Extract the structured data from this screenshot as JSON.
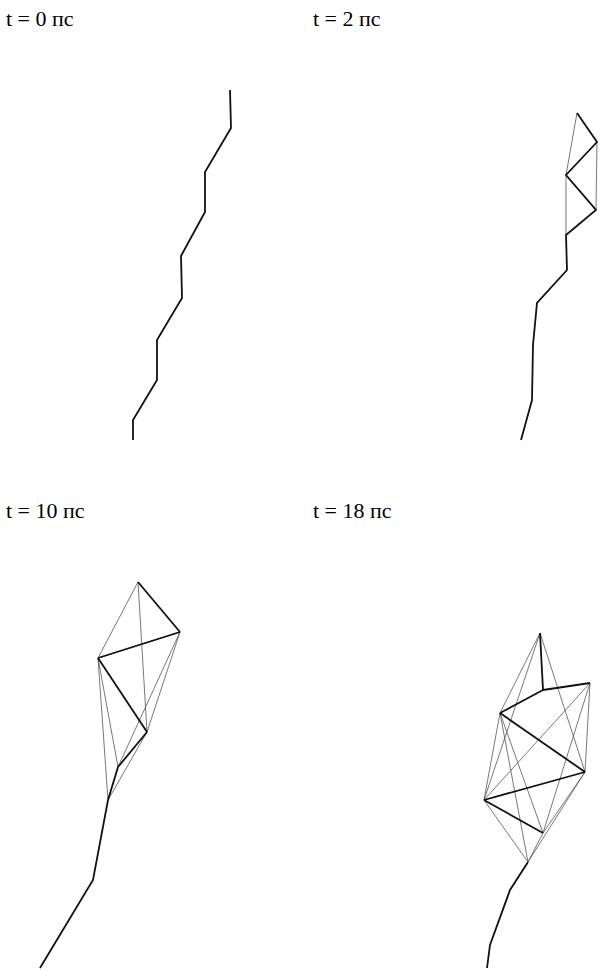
{
  "diagram": {
    "labels": [
      "t = 0 пс",
      "t = 2 пс",
      "t = 10 пс",
      "t = 18 пс"
    ]
  }
}
